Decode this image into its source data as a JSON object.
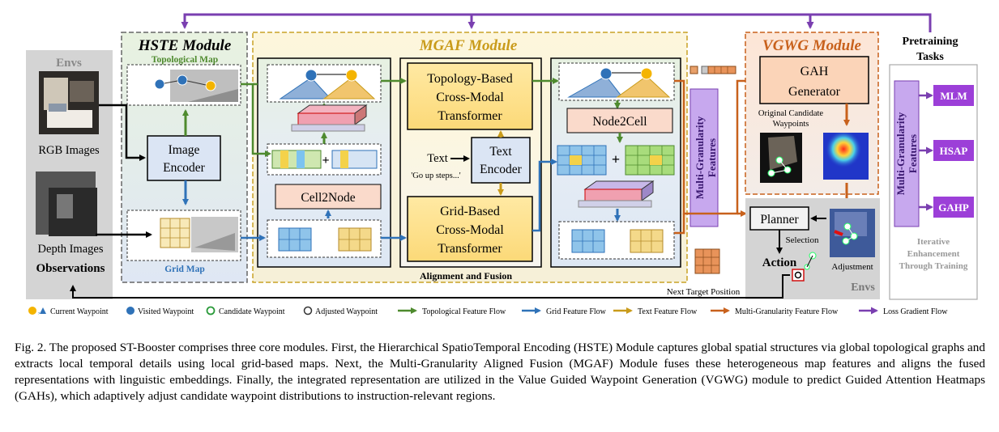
{
  "envs": {
    "title": "Envs",
    "rgb_label": "RGB Images",
    "depth_label": "Depth Images",
    "observations_label": "Observations"
  },
  "hste": {
    "title": "HSTE Module",
    "topo_label": "Topological Map",
    "encoder_line1": "Image",
    "encoder_line2": "Encoder",
    "grid_label": "Grid Map"
  },
  "mgaf": {
    "title": "MGAF Module",
    "cell2node": "Cell2Node",
    "topo_transformer": [
      "Topology-Based",
      "Cross-Modal",
      "Transformer"
    ],
    "grid_transformer": [
      "Grid-Based",
      "Cross-Modal",
      "Transformer"
    ],
    "text_label": "Text",
    "text_example": "'Go up steps...'",
    "text_encoder_line1": "Text",
    "text_encoder_line2": "Encoder",
    "node2cell": "Node2Cell",
    "footer": "Alignment and Fusion"
  },
  "mgf_box": {
    "line1": "Multi-Granularity",
    "line2": "Features"
  },
  "vgwg": {
    "title": "VGWG Module",
    "gah_line1": "GAH",
    "gah_line2": "Generator",
    "candidate_line1": "Original Candidate",
    "candidate_line2": "Waypoints"
  },
  "envs_right": {
    "planner": "Planner",
    "selection": "Selection",
    "action": "Action",
    "adjustment": "Adjustment",
    "title": "Envs",
    "next_target": "Next Target Position"
  },
  "pretraining": {
    "title_line1": "Pretraining",
    "title_line2": "Tasks",
    "side_line1": "Multi-Granularity",
    "side_line2": "Features",
    "tasks": [
      "MLM",
      "HSAP",
      "GAHP"
    ],
    "footer_line1": "Iterative",
    "footer_line2": "Enhancement",
    "footer_line3": "Through Training"
  },
  "legend": [
    {
      "label": "Current Waypoint",
      "icon": "current-waypoint"
    },
    {
      "label": "Visited Waypoint",
      "icon": "visited-waypoint"
    },
    {
      "label": "Candidate Waypoint",
      "icon": "candidate-waypoint"
    },
    {
      "label": "Adjusted Waypoint",
      "icon": "adjusted-waypoint"
    },
    {
      "label": "Topological Feature Flow",
      "color": "#4e8a2e"
    },
    {
      "label": "Grid Feature Flow",
      "color": "#2f72b8"
    },
    {
      "label": "Text Feature Flow",
      "color": "#c99b1a"
    },
    {
      "label": "Multi-Granularity Feature Flow",
      "color": "#c8611c"
    },
    {
      "label": "Loss Gradient Flow",
      "color": "#7a3fb0"
    }
  ],
  "caption": "Fig. 2.  The proposed ST-Booster comprises three core modules. First, the Hierarchical SpatioTemporal Encoding (HSTE) Module captures global spatial structures via global topological graphs and extracts local temporal details using local grid-based maps. Next, the Multi-Granularity Aligned Fusion (MGAF) Module fuses these heterogeneous map features and aligns the fused representations with linguistic embeddings. Finally, the integrated representation are utilized in the Value Guided Waypoint Generation (VGWG) module to predict Guided Attention Heatmaps (GAHs), which adaptively adjust candidate waypoint distributions to instruction-relevant regions.",
  "colors": {
    "topo": "#4e8a2e",
    "grid": "#2f72b8",
    "text": "#c99b1a",
    "mg": "#c8611c",
    "loss": "#7a3fb0"
  }
}
